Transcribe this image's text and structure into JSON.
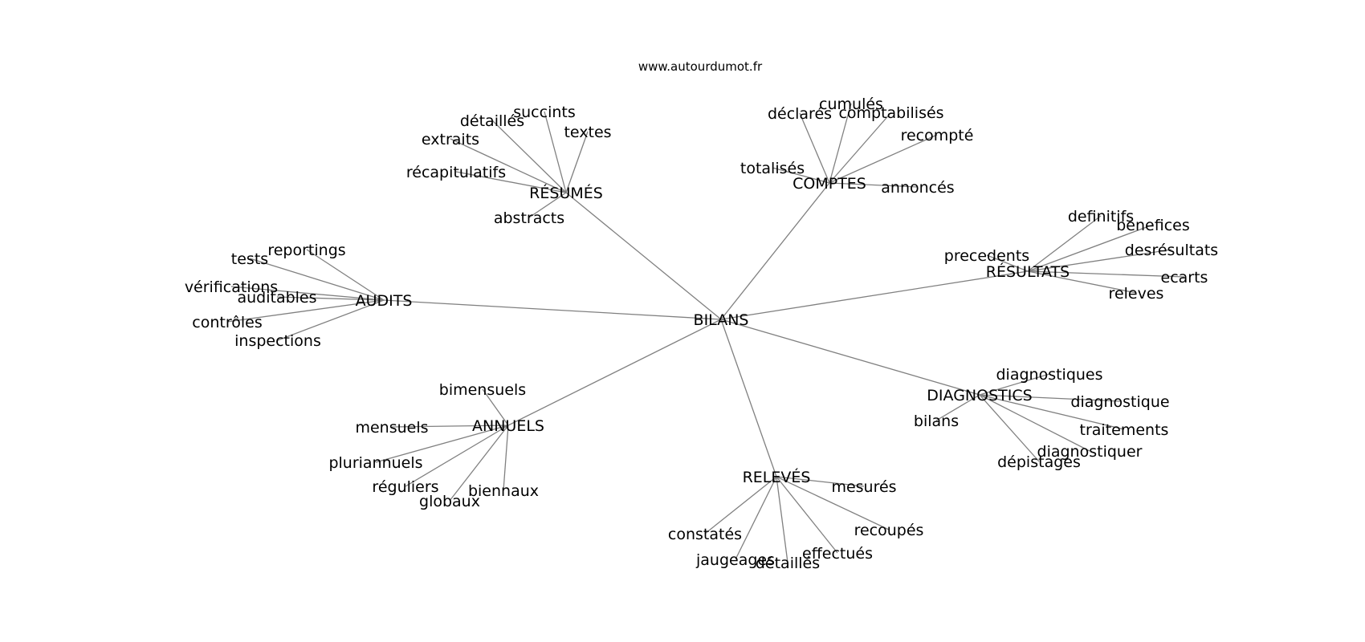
{
  "source_label": "www.autourdumot.fr",
  "root": "BILANS",
  "groups": [
    {
      "name": "RÉSUMÉS",
      "words": [
        "succints",
        "détaillés",
        "textes",
        "extraits",
        "récapitulatifs",
        "abstracts"
      ]
    },
    {
      "name": "COMPTES",
      "words": [
        "cumulés",
        "déclarés",
        "comptabilisés",
        "recompté",
        "totalisés",
        "annoncés"
      ]
    },
    {
      "name": "RÉSULTATS",
      "words": [
        "definitifs",
        "benefices",
        "desrésultats",
        "precedents",
        "ecarts",
        "releves"
      ]
    },
    {
      "name": "AUDITS",
      "words": [
        "reportings",
        "tests",
        "vérifications",
        "auditables",
        "contrôles",
        "inspections"
      ]
    },
    {
      "name": "DIAGNOSTICS",
      "words": [
        "diagnostiques",
        "diagnostique",
        "traitements",
        "bilans",
        "diagnostiquer",
        "dépistages"
      ]
    },
    {
      "name": "ANNUELS",
      "words": [
        "bimensuels",
        "mensuels",
        "pluriannuels",
        "réguliers",
        "biennaux",
        "globaux"
      ]
    },
    {
      "name": "RELEVÉS",
      "words": [
        "mesurés",
        "recoupés",
        "constatés",
        "effectués",
        "jaugeages",
        "détaillés"
      ]
    }
  ]
}
